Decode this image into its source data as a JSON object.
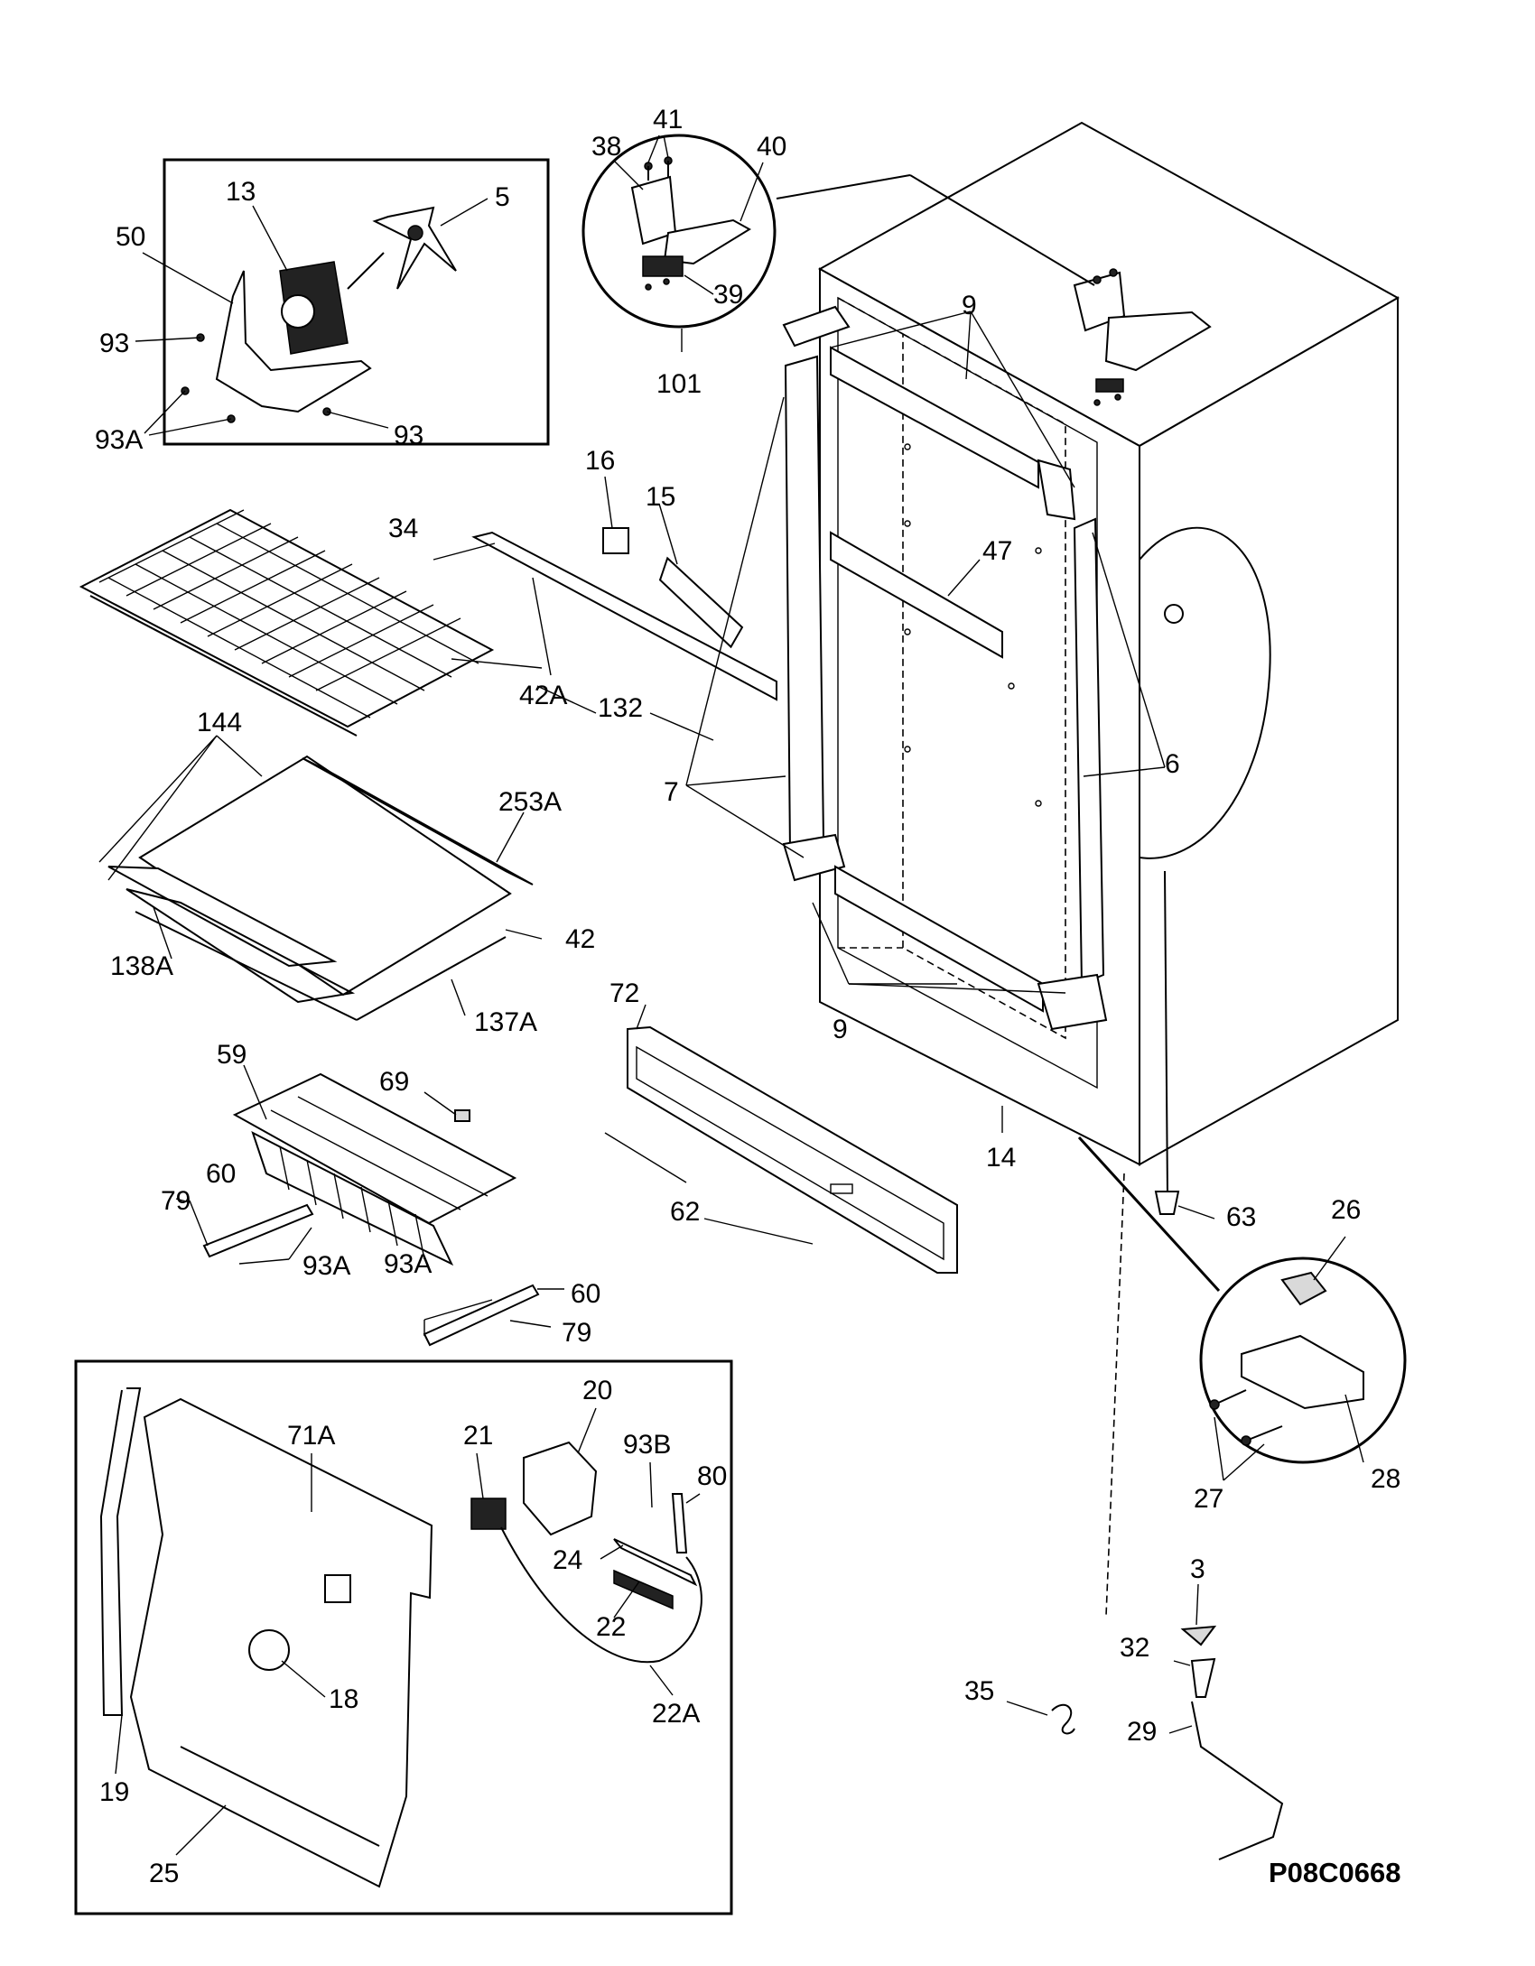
{
  "diagram_code": "P08C0668",
  "callouts": {
    "c41": "41",
    "c38": "38",
    "c40": "40",
    "c39": "39",
    "c101": "101",
    "c13": "13",
    "c5": "5",
    "c50": "50",
    "c93a": "93",
    "c93b": "93",
    "c93A_top": "93A",
    "c9_top": "9",
    "c9_bottom": "9",
    "c16": "16",
    "c15": "15",
    "c34": "34",
    "c47": "47",
    "c42A": "42A",
    "c132": "132",
    "c144": "144",
    "c253A": "253A",
    "c7": "7",
    "c6": "6",
    "c42": "42",
    "c138A": "138A",
    "c137A": "137A",
    "c72": "72",
    "c59": "59",
    "c69": "69",
    "c60a": "60",
    "c60b": "60",
    "c79a": "79",
    "c79b": "79",
    "c93A_a": "93A",
    "c93A_b": "93A",
    "c62": "62",
    "c14": "14",
    "c63": "63",
    "c26": "26",
    "c28": "28",
    "c27": "27",
    "c71A": "71A",
    "c21": "21",
    "c20": "20",
    "c93B": "93B",
    "c80": "80",
    "c24": "24",
    "c22": "22",
    "c22A": "22A",
    "c18": "18",
    "c19": "19",
    "c25": "25",
    "c3": "3",
    "c32": "32",
    "c29": "29",
    "c35": "35"
  }
}
